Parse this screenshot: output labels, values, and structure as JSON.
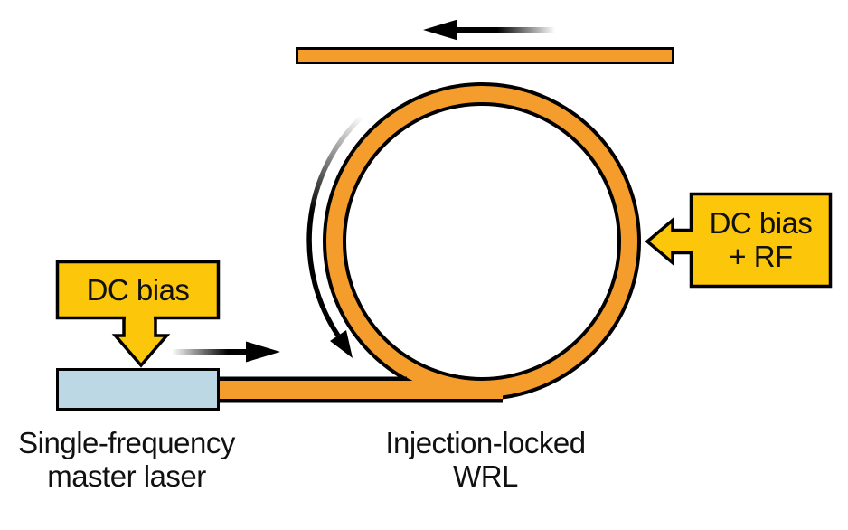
{
  "figure": {
    "type": "optics-schematic",
    "background": "#ffffff",
    "boxes": {
      "dc_bias_left": {
        "label": "DC bias"
      },
      "dc_bias_rf_right": {
        "line1": "DC bias",
        "line2": "+ RF"
      }
    },
    "labels": {
      "master_laser": {
        "line1": "Single-frequency",
        "line2": "master laser"
      },
      "wrl": {
        "line1": "Injection-locked",
        "line2": "WRL"
      }
    },
    "icons": {
      "output_direction": "arrow-left-icon",
      "injection_direction": "arrow-right-icon",
      "ring_circulation": "curved-arrow-ccw-icon",
      "bias_feed_left": "block-arrow-down-icon",
      "bias_feed_right": "block-arrow-left-icon"
    },
    "colors": {
      "waveguide_orange": "#F49C2C",
      "bias_yellow": "#FCC60A",
      "laser_blue": "#BDD8E5",
      "outline_black": "#000000"
    }
  }
}
